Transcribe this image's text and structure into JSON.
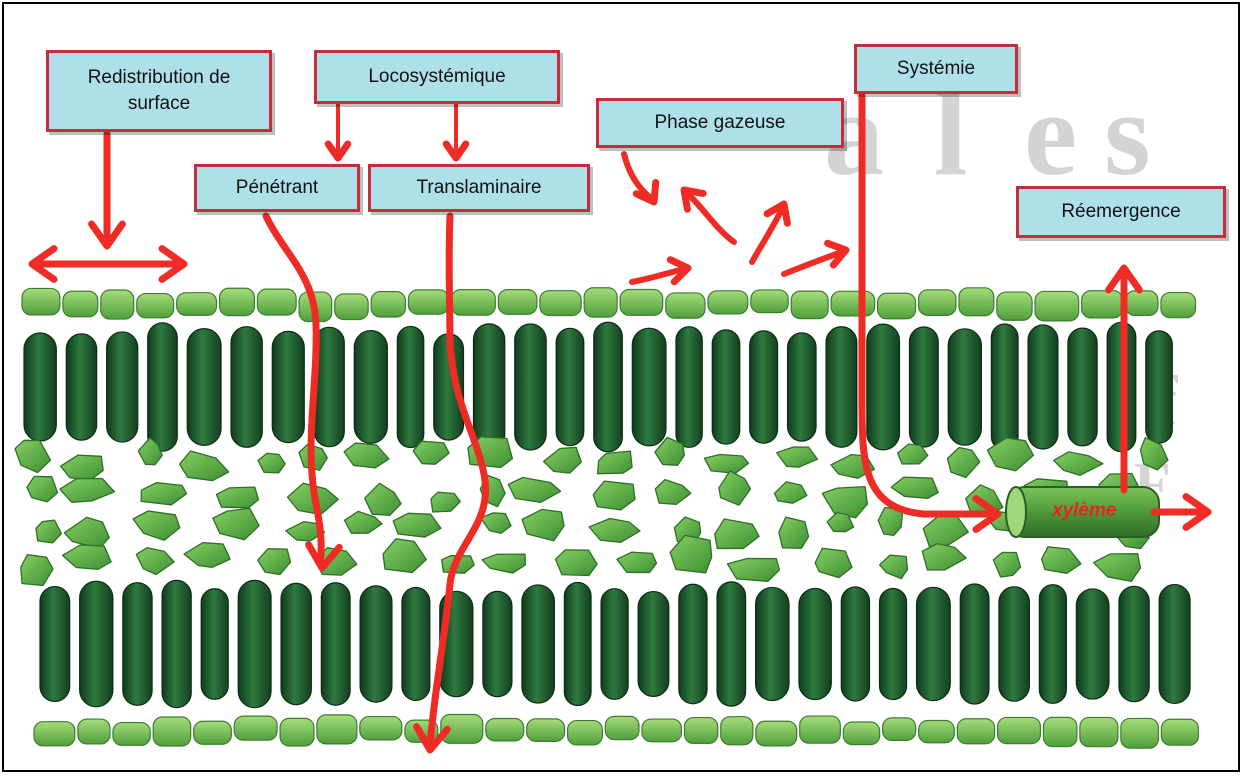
{
  "labels": {
    "redistribution": "Redistribution de surface",
    "locosystemique": "Locosystémique",
    "penetrant": "Pénétrant",
    "translaminaire": "Translaminaire",
    "phase_gazeuse": "Phase gazeuse",
    "systemie": "Systémie",
    "reemergence": "Réemergence",
    "xyleme": "xylème"
  },
  "colors": {
    "arrow": "#ef2b25",
    "label_fill": "#aee0ea",
    "label_border": "#c22e3a",
    "palisade_cell": "#1f5e2f",
    "spongy_cell": "#5fb54a",
    "epidermis_cell": "#79c45a"
  }
}
